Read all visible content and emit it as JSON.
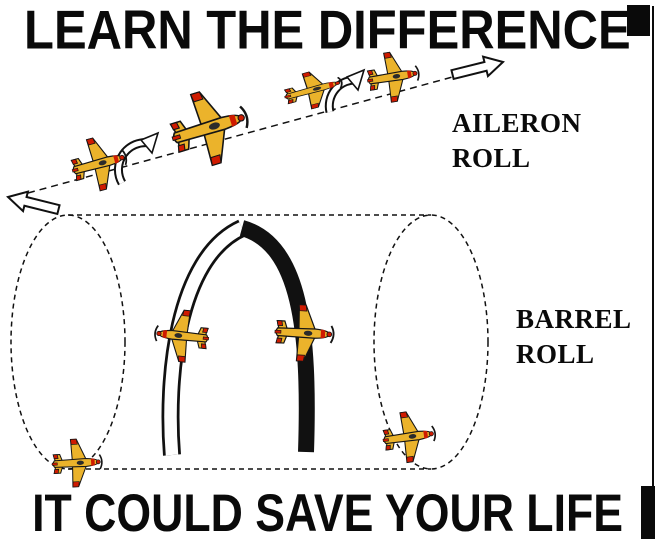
{
  "poster": {
    "top_banner": "LEARN THE DIFFERENCE",
    "bottom_banner": "IT COULD SAVE YOUR LIFE"
  },
  "diagrams": {
    "aileron": {
      "label": "AILERON\nROLL"
    },
    "barrel": {
      "label": "BARREL\nROLL"
    }
  },
  "colors": {
    "ink": "#000000",
    "background": "#FFFFFF",
    "plane_yellow": "#EBB32B",
    "plane_red": "#CF1B00"
  },
  "icons": {
    "airplane": "airplane-icon",
    "direction_arrow": "outline-arrow-icon",
    "roll_arrow": "roll-arc-arrow-icon",
    "flight_path": "dashed-flight-path",
    "barrel_cylinder": "barrel-cylinder-outline",
    "roll_ribbon": "helix-ribbon"
  }
}
